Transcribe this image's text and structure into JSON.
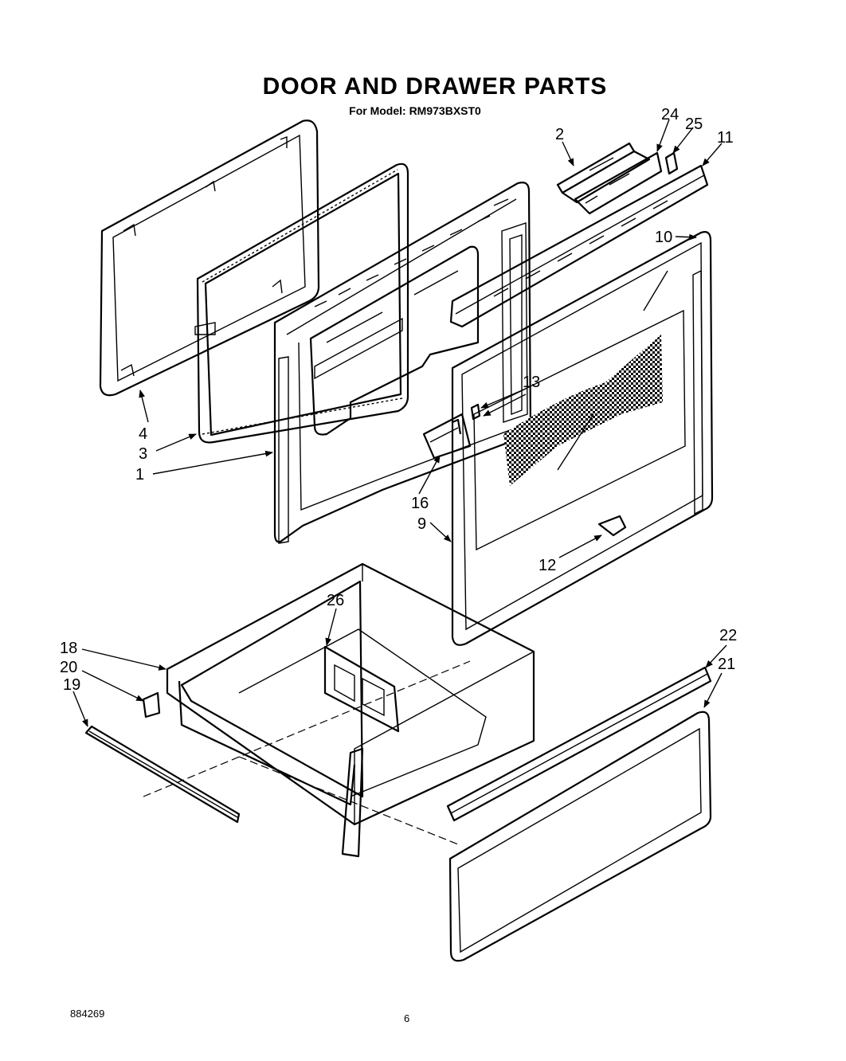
{
  "header": {
    "title": "DOOR AND DRAWER PARTS",
    "subtitle": "For Model: RM973BXST0"
  },
  "callouts": [
    "1",
    "2",
    "3",
    "4",
    "9",
    "10",
    "11",
    "12",
    "13",
    "16",
    "18",
    "19",
    "20",
    "21",
    "22",
    "24",
    "25",
    "26"
  ],
  "footer": {
    "document_number": "884269",
    "page_number": "6"
  }
}
